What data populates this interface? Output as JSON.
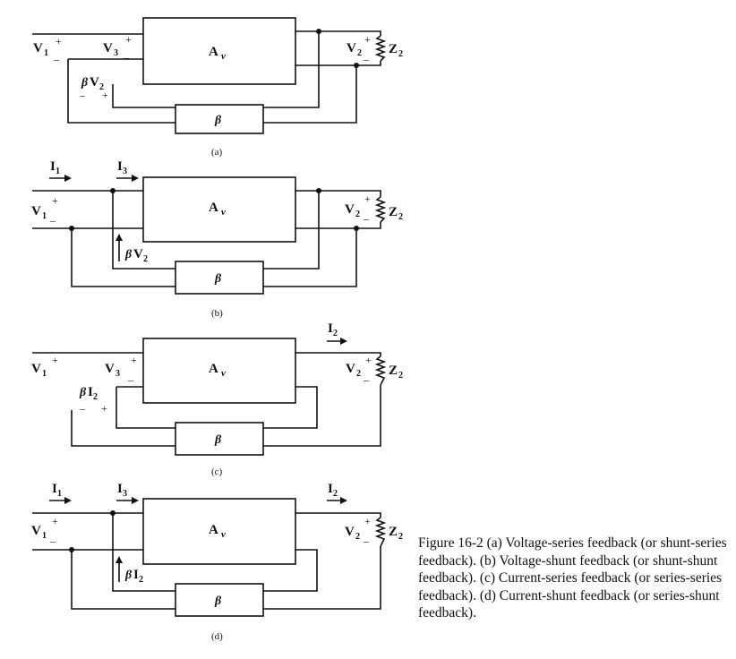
{
  "figure_caption": "Figure 16-2   (a) Voltage-series feedback (or shunt-series feedback). (b) Voltage-shunt feedback (or shunt-shunt feedback). (c) Current-series feedback (or series-series feedback). (d) Current-shunt feedback (or series-shunt feedback).",
  "subfigure_labels": {
    "a": "(a)",
    "b": "(b)",
    "c": "(c)",
    "d": "(d)"
  },
  "blocks": {
    "amplifier": "A",
    "amplifier_sub": "v",
    "feedback": "β"
  },
  "labels": {
    "V": "V",
    "I": "I",
    "Z": "Z",
    "sub1": "1",
    "sub2": "2",
    "sub3": "3",
    "beta": "β",
    "plus": "+",
    "minus": "_",
    "minus_small": "–"
  }
}
